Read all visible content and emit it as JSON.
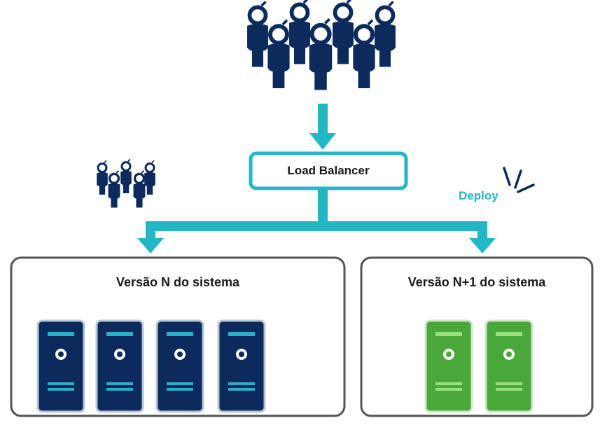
{
  "load_balancer": {
    "label": "Load Balancer"
  },
  "deploy": {
    "label": "Deploy"
  },
  "version_n": {
    "title": "Versão N do sistema",
    "server_count": 4,
    "server_color": "#0d2a5c",
    "accent": "#2aaec9"
  },
  "version_n1": {
    "title": "Versão N+1 do sistema",
    "server_count": 2,
    "server_color": "#4aa83a",
    "accent": "#9be07a"
  },
  "colors": {
    "arrow": "#22b7c4",
    "people": "#0d2a5c",
    "box_border": "#555555"
  },
  "icons": {
    "crowd": "users-group-icon",
    "small_crowd": "users-group-icon",
    "deploy_spark": "spark-icon"
  }
}
